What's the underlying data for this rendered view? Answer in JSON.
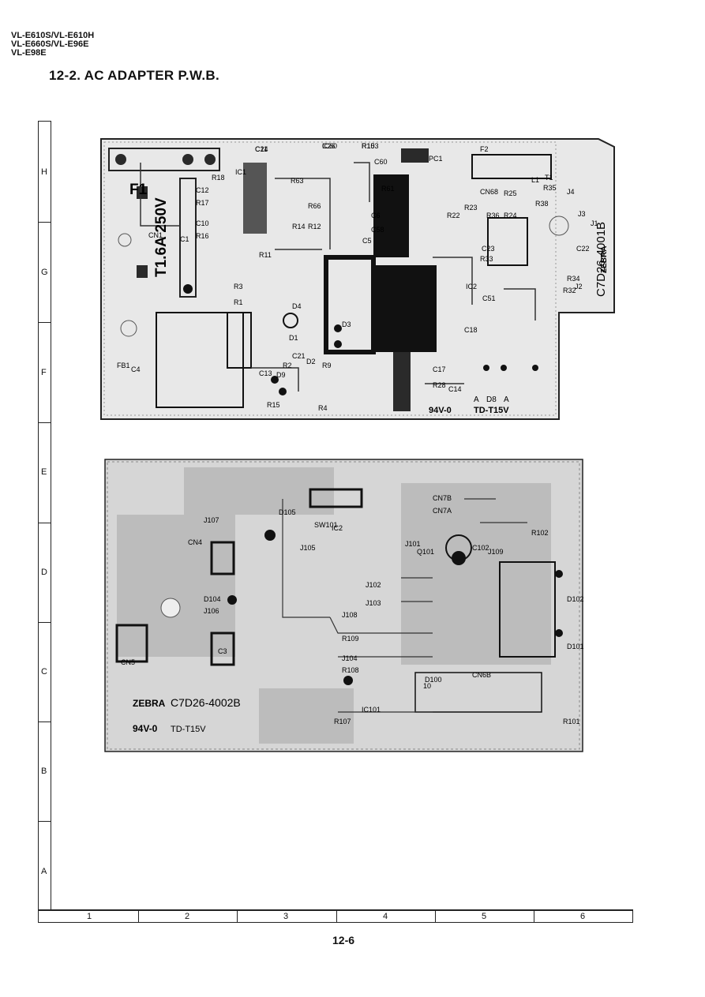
{
  "header": {
    "model_lines": [
      "VL-E610S/VL-E610H",
      "VL-E660S/VL-E96E",
      "VL-E98E"
    ],
    "section_title": "12-2. AC ADAPTER P.W.B."
  },
  "grid": {
    "rows": [
      "H",
      "G",
      "F",
      "E",
      "D",
      "C",
      "B",
      "A"
    ],
    "columns": [
      "1",
      "2",
      "3",
      "4",
      "5",
      "6"
    ]
  },
  "board_top": {
    "part_no": "C7D26-4001B",
    "fuse_label": "F1",
    "fuse_rating": "T1.6A 250V",
    "rating_mark": "94V-0",
    "material": "TD-T15V",
    "brand": "ZEBRA",
    "refs": [
      "C11",
      "IC60",
      "R153",
      "IC1",
      "R18",
      "C12",
      "R17",
      "C10",
      "R16",
      "C1",
      "CN1",
      "R11",
      "R14",
      "R12",
      "R66",
      "R63",
      "R61",
      "C60",
      "C6",
      "C58",
      "C5",
      "PC1",
      "R22",
      "R23",
      "R24",
      "R25",
      "R35",
      "R36",
      "R38",
      "J4",
      "J3",
      "C22",
      "C23",
      "R33",
      "IC2",
      "C18",
      "C17",
      "R28",
      "C14",
      "C51",
      "C21",
      "C13",
      "D9",
      "D2",
      "D3",
      "D4",
      "D1",
      "FB1",
      "C4",
      "R2",
      "R1",
      "R3",
      "R4",
      "R15",
      "R9",
      "F2",
      "L1",
      "T1",
      "CN68",
      "J1",
      "J2",
      "R34",
      "R32",
      "C24",
      "C26",
      "R10"
    ],
    "bottom_pins": [
      "A",
      "D8",
      "A"
    ]
  },
  "board_bottom": {
    "part_no": "C7D26-4002B",
    "rating_mark": "94V-0",
    "material": "TD-T15V",
    "brand": "ZEBRA",
    "refs": [
      "J107",
      "D105",
      "SW101",
      "J105",
      "CN4",
      "D104",
      "J106",
      "J108",
      "R109",
      "J104",
      "R108",
      "R107",
      "IC101",
      "CN5",
      "C3",
      "J101",
      "Q101",
      "C102",
      "J109",
      "J102",
      "J103",
      "CN7B",
      "CN7A",
      "R102",
      "D102",
      "D101",
      "D100",
      "CN6B",
      "R101",
      "IC2"
    ],
    "cn6b_pin": "10"
  },
  "footer": {
    "page_number": "12-6"
  }
}
